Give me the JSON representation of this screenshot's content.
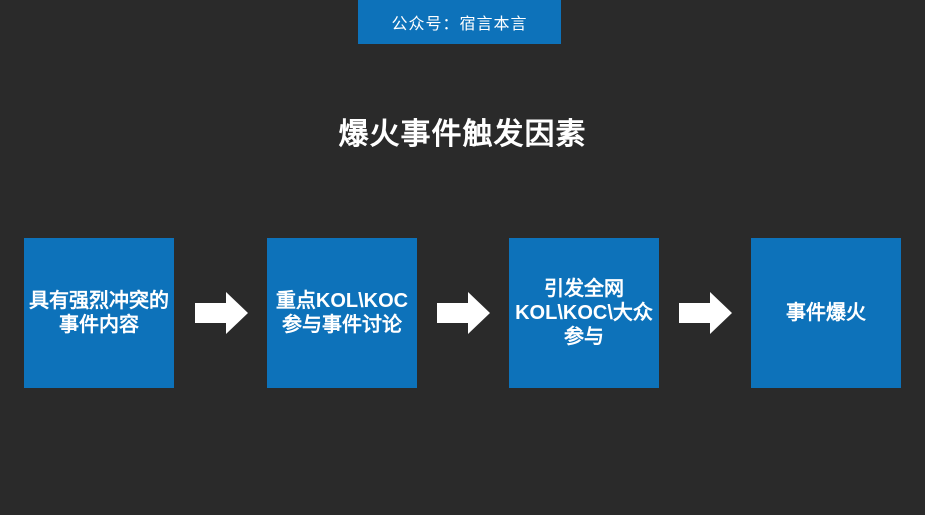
{
  "page": {
    "background_color": "#2a2a2a",
    "accent_color": "#0d72ba",
    "text_color": "#ffffff"
  },
  "banner": {
    "label": "公众号：宿言本言"
  },
  "title": {
    "text": "爆火事件触发因素"
  },
  "flow": {
    "steps": [
      {
        "label": "具有强烈冲突的\n事件内容"
      },
      {
        "label": "重点KOL\\KOC\n参与事件讨论"
      },
      {
        "label": "引发全网\nKOL\\KOC\\大众\n参与"
      },
      {
        "label": "事件爆火"
      }
    ]
  }
}
